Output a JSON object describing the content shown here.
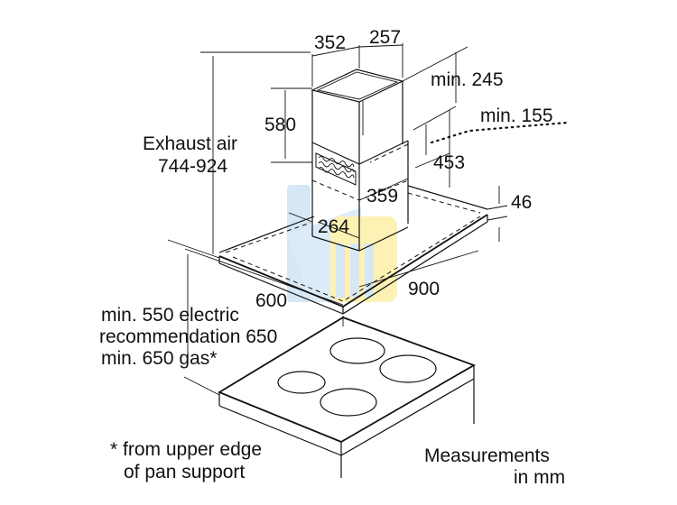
{
  "colors": {
    "ink": "#111111",
    "watermark_blue": "#b9d8f1",
    "watermark_yellow": "#fbe87a"
  },
  "dimensions": {
    "chimney_width": "352",
    "chimney_depth": "257",
    "min_chimney_top": "min. 245",
    "min_vent_cutout": "min. 155",
    "chimney_length": "580",
    "exhaust_air_label": "Exhaust air",
    "exhaust_air_range": "744-924",
    "chimney_offset": "453",
    "inner_depth": "359",
    "inner_width": "264",
    "canopy_height": "46",
    "hood_width": "900",
    "hood_depth": "600"
  },
  "clearance": {
    "electric": "min. 550 electric",
    "recommendation": "recommendation 650",
    "gas": "min. 650 gas*"
  },
  "notes": {
    "footnote_line1": "* from upper edge",
    "footnote_line2": "of pan support",
    "units_line1": "Measurements",
    "units_line2": "in mm"
  }
}
